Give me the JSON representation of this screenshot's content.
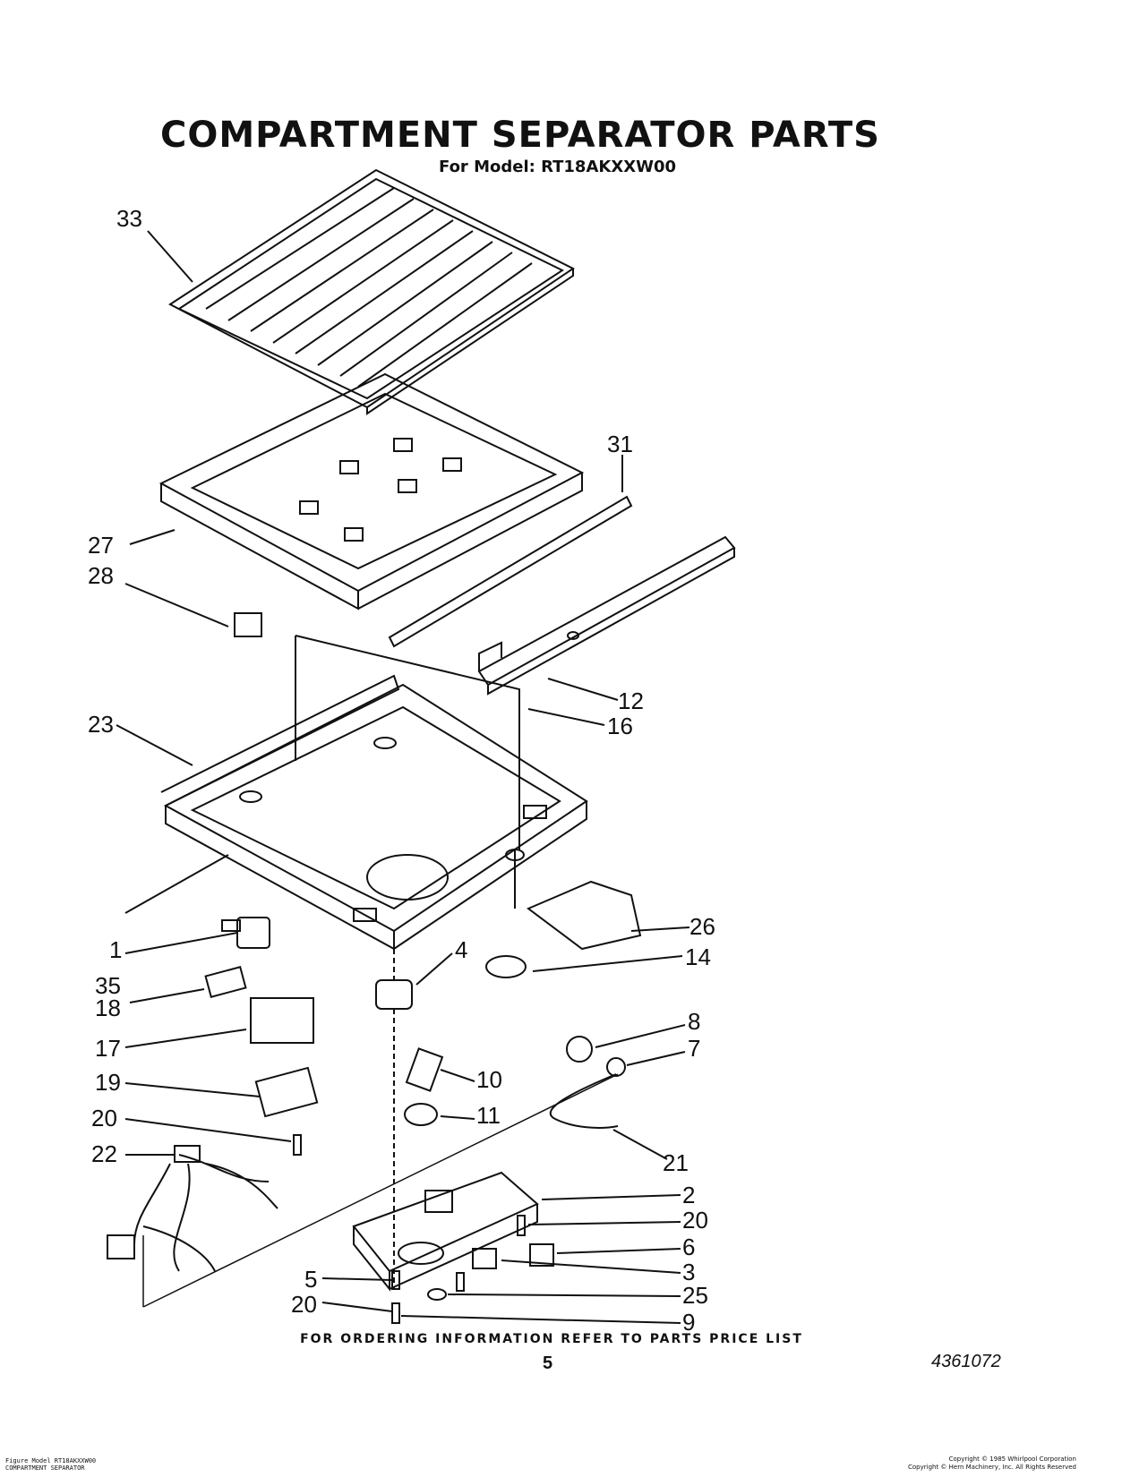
{
  "header": {
    "title": "COMPARTMENT SEPARATOR PARTS",
    "model_line": "For Model: RT18AKXXW00"
  },
  "callouts": [
    "33",
    "31",
    "27",
    "28",
    "12",
    "16",
    "23",
    "1",
    "26",
    "14",
    "4",
    "35",
    "18",
    "17",
    "8",
    "7",
    "10",
    "11",
    "19",
    "20",
    "21",
    "22",
    "2",
    "20",
    "6",
    "3",
    "5",
    "25",
    "20",
    "9"
  ],
  "footer": {
    "ordering_note": "FOR ORDERING INFORMATION REFER TO PARTS PRICE LIST",
    "page_number": "5",
    "document_number": "4361072",
    "left_small": [
      "Figure Model RT18AKXXW00",
      "COMPARTMENT SEPARATOR"
    ],
    "right_small": [
      "Copyright © 1985 Whirlpool Corporation",
      "Copyright © Hern Machinery, Inc. All Rights Reserved"
    ]
  }
}
